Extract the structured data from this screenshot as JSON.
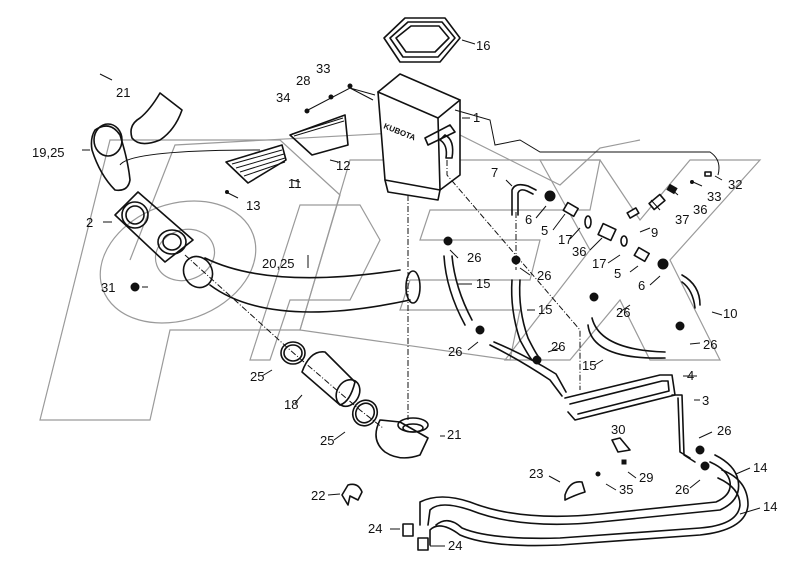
{
  "diagram": {
    "type": "exploded-parts-diagram",
    "watermark_text": "OPEX",
    "box_brand_text": "KUBOTA",
    "callouts": [
      {
        "id": "c16",
        "label": "16"
      },
      {
        "id": "c33a",
        "label": "33"
      },
      {
        "id": "c28",
        "label": "28"
      },
      {
        "id": "c34",
        "label": "34"
      },
      {
        "id": "c21a",
        "label": "21"
      },
      {
        "id": "c1",
        "label": "1"
      },
      {
        "id": "c1925",
        "label": "19,25"
      },
      {
        "id": "c12",
        "label": "12"
      },
      {
        "id": "c11",
        "label": "11"
      },
      {
        "id": "c13",
        "label": "13"
      },
      {
        "id": "c2",
        "label": "2"
      },
      {
        "id": "c7",
        "label": "7"
      },
      {
        "id": "c32",
        "label": "32"
      },
      {
        "id": "c33b",
        "label": "33"
      },
      {
        "id": "c36a",
        "label": "36"
      },
      {
        "id": "c37",
        "label": "37"
      },
      {
        "id": "c6a",
        "label": "6"
      },
      {
        "id": "c5a",
        "label": "5"
      },
      {
        "id": "c17a",
        "label": "17"
      },
      {
        "id": "c36b",
        "label": "36"
      },
      {
        "id": "c9",
        "label": "9"
      },
      {
        "id": "c17b",
        "label": "17"
      },
      {
        "id": "c5b",
        "label": "5"
      },
      {
        "id": "c6b",
        "label": "6"
      },
      {
        "id": "c26a",
        "label": "26"
      },
      {
        "id": "c26b",
        "label": "26"
      },
      {
        "id": "c2025",
        "label": "20,25"
      },
      {
        "id": "c31",
        "label": "31"
      },
      {
        "id": "c15a",
        "label": "15"
      },
      {
        "id": "c15b",
        "label": "15"
      },
      {
        "id": "c10",
        "label": "10"
      },
      {
        "id": "c26c",
        "label": "26"
      },
      {
        "id": "c26d",
        "label": "26"
      },
      {
        "id": "c26e",
        "label": "26"
      },
      {
        "id": "c26f",
        "label": "26"
      },
      {
        "id": "c15c",
        "label": "15"
      },
      {
        "id": "c25a",
        "label": "25"
      },
      {
        "id": "c18",
        "label": "18"
      },
      {
        "id": "c4",
        "label": "4"
      },
      {
        "id": "c3",
        "label": "3"
      },
      {
        "id": "c25b",
        "label": "25"
      },
      {
        "id": "c21b",
        "label": "21"
      },
      {
        "id": "c30",
        "label": "30"
      },
      {
        "id": "c26g",
        "label": "26"
      },
      {
        "id": "c14a",
        "label": "14"
      },
      {
        "id": "c23",
        "label": "23"
      },
      {
        "id": "c29",
        "label": "29"
      },
      {
        "id": "c35",
        "label": "35"
      },
      {
        "id": "c26h",
        "label": "26"
      },
      {
        "id": "c22",
        "label": "22"
      },
      {
        "id": "c14b",
        "label": "14"
      },
      {
        "id": "c24a",
        "label": "24"
      },
      {
        "id": "c24b",
        "label": "24"
      }
    ]
  }
}
